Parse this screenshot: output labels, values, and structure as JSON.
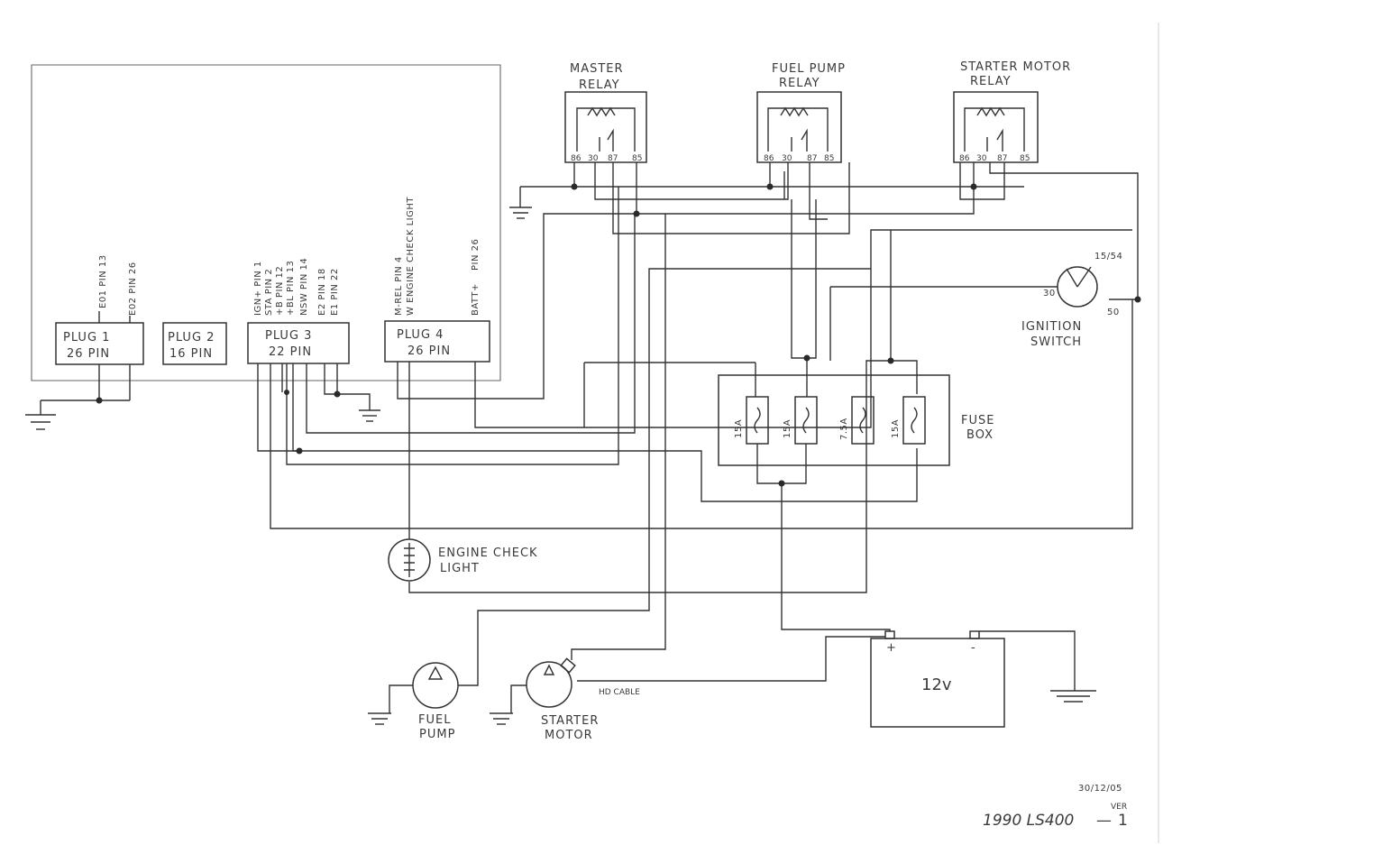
{
  "plugs": {
    "plug1": {
      "title": "PLUG 1",
      "sub": "26 PIN",
      "pins": [
        "E01 PIN 13",
        "E02 PIN 26"
      ]
    },
    "plug2": {
      "title": "PLUG 2",
      "sub": "16 PIN"
    },
    "plug3": {
      "title": "PLUG 3",
      "sub": "22 PIN",
      "pins": [
        "IGN+ PIN 1",
        "STA PIN 2",
        "+B PIN 12",
        "+BL PIN 13",
        "NSW PIN 14",
        "E2 PIN 18",
        "E1 PIN 22"
      ]
    },
    "plug4": {
      "title": "PLUG 4",
      "sub": "26 PIN",
      "pins": [
        "M-REL PIN 4",
        "W ENGINE CHECK LIGHT",
        "BATT+",
        "PIN 26"
      ]
    }
  },
  "relays": {
    "master": {
      "title": "MASTER",
      "sub": "RELAY",
      "pins": [
        "86",
        "30",
        "87",
        "85"
      ]
    },
    "fuel_pump": {
      "title": "FUEL PUMP",
      "sub": "RELAY",
      "pins": [
        "86",
        "30",
        "87",
        "85"
      ]
    },
    "starter": {
      "title": "STARTER MOTOR",
      "sub": "RELAY",
      "pins": [
        "86",
        "30",
        "87",
        "85"
      ]
    }
  },
  "ignition": {
    "title": "IGNITION",
    "sub": "SWITCH",
    "t30": "30",
    "t15": "15/54",
    "t50": "50"
  },
  "fuse_box": {
    "title": "FUSE",
    "sub": "BOX",
    "fuses": [
      "15A",
      "15A",
      "7.5A",
      "15A"
    ]
  },
  "engine_light": {
    "title": "ENGINE CHECK",
    "sub": "LIGHT"
  },
  "fuel_pump": {
    "title": "FUEL",
    "sub": "PUMP"
  },
  "starter_motor": {
    "title": "STARTER",
    "sub": "MOTOR",
    "cable": "HD CABLE"
  },
  "battery": {
    "label": "12v",
    "plus": "+",
    "minus": "-"
  },
  "footer": {
    "date": "30/12/05",
    "model": "1990 LS400",
    "ver_label": "VER",
    "ver": "1"
  }
}
